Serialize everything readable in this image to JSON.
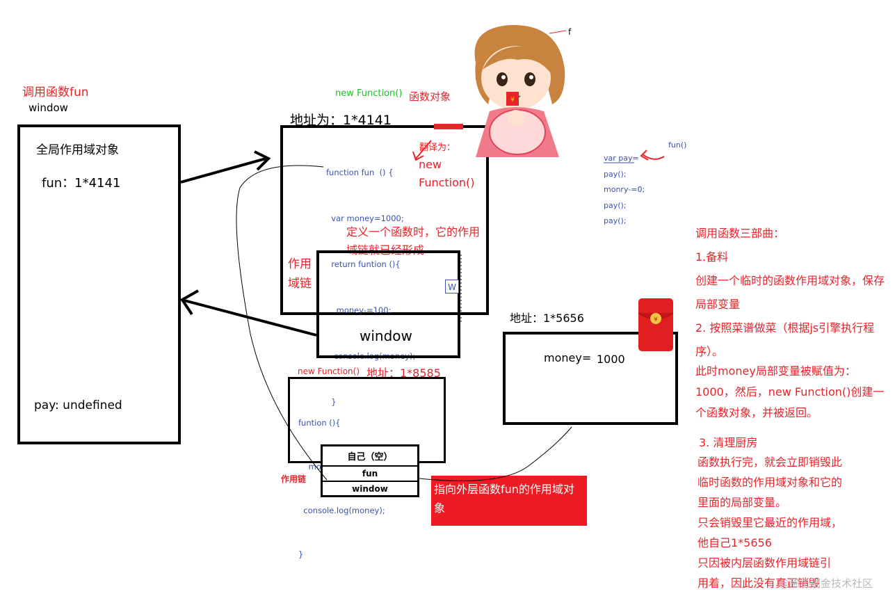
{
  "left": {
    "call_title": "调用函数fun",
    "window_label": "window",
    "global_obj_title": "全局作用域对象",
    "fun_addr": "fun：1*4141",
    "pay_value": "pay: undefined"
  },
  "func_obj": {
    "new_fn_label": "new Function()",
    "func_obj_label": "函数对象",
    "addr_label": "地址为：1*4141",
    "code_lines": [
      "function fun  () {",
      "  var money=1000;",
      "  return funtion (){",
      "    money-=100;",
      "   console.log(money);",
      "  }",
      "}"
    ],
    "translate_label": "翻译为：",
    "translate_value": "new\nFunction()",
    "define_note": "定义一个函数时，它的作用域链就已经形成",
    "scope_chain_label": "作用\n域链",
    "window_label": "window",
    "w_icon": "W"
  },
  "calls": {
    "fun_label": "fun()",
    "lines": [
      "var pay=",
      "pay();",
      "monry-=0;",
      "pay();",
      "pay();"
    ]
  },
  "local_obj": {
    "addr_label": "地址：1*5656",
    "money_label": "money=",
    "money_value": "1000"
  },
  "inner_func": {
    "new_fn_label": "new Function()",
    "addr_label": "地址：1*8585",
    "code_lines": [
      "funtion (){",
      "    money-=100;",
      "  console.log(money);",
      "}"
    ],
    "chain_label": "作用链",
    "chain_self": "自己（空）",
    "chain_fun": "fun",
    "chain_window": "window",
    "callout": "指向外层函数fun的作用域对象"
  },
  "steps": {
    "title": "调用函数三部曲：",
    "s1": "1.备料",
    "s1_desc": "创建一个临时的函数作用域对象，保存局部变量",
    "s2": "2. 按照菜谱做菜（根据js引擎执行程序）。",
    "s2_desc": "此时money局部变量被赋值为：1000，然后，new Function()创建一个函数对象，并被返回。",
    "s3": "3. 清理厨房",
    "s3_desc": [
      "函数执行完，就会立即销毁此",
      "临时函数的作用域对象和它的",
      "里面的局部变量。",
      "只会销毁里它最近的作用域，",
      "他自己1*5656",
      "只因被内层函数作用域链引",
      "用着，因此没有真正销毁"
    ]
  },
  "watermark": "@稀土掘金技术社区",
  "colors": {
    "red": "#e8232a",
    "blue": "#3b52b0",
    "green": "#1fbf2a",
    "callout_bg": "#ed1c24"
  },
  "icons": [
    "girl-illustration",
    "red-envelope-icon",
    "arrow-icon"
  ]
}
